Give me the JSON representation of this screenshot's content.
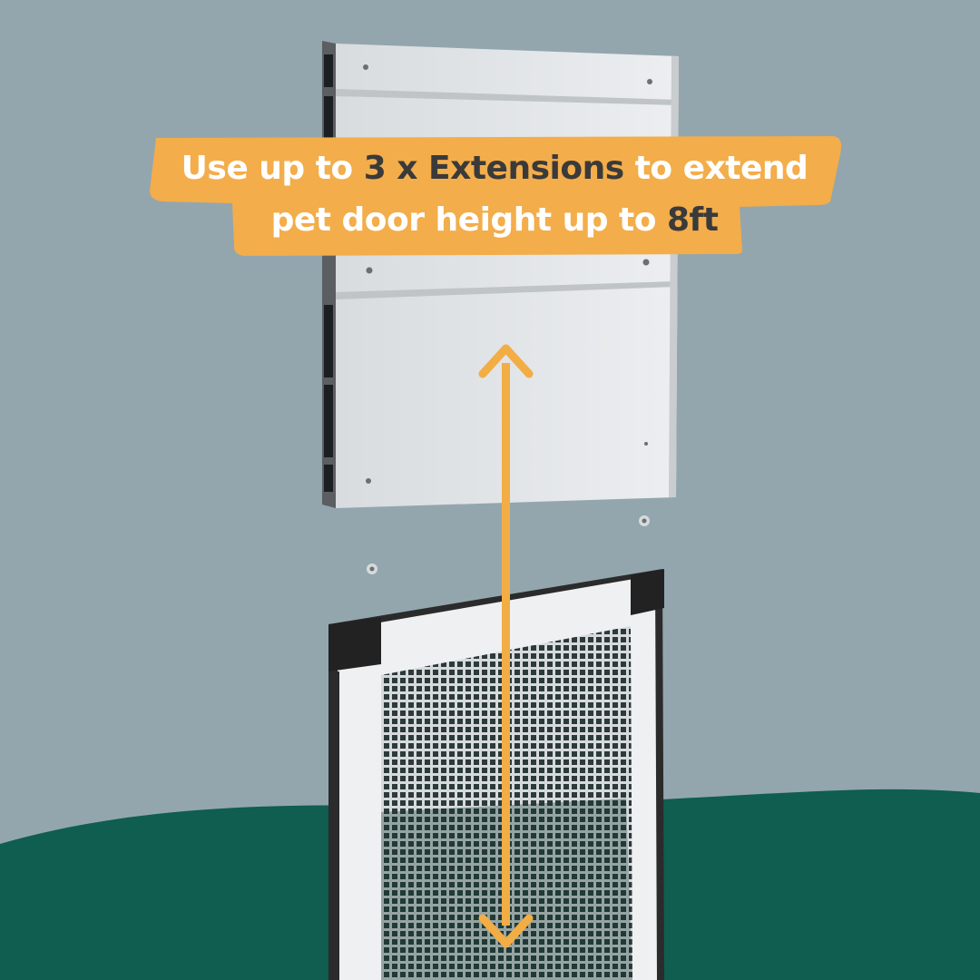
{
  "banner": {
    "line1": {
      "pre": "Use up to ",
      "em": "3 x Extensions",
      "post": " to extend"
    },
    "line2": {
      "pre": "pet door height up to ",
      "em": "8ft"
    }
  },
  "colors": {
    "background": "#93a6ae",
    "ground": "#0f5e50",
    "banner": "#f3ad4a",
    "arrow": "#f2ad45",
    "panel": "#e3e6e8",
    "frame": "#2b2b2b",
    "mesh": "#2d3a3c"
  },
  "icons": [
    "double-arrow-icon"
  ]
}
